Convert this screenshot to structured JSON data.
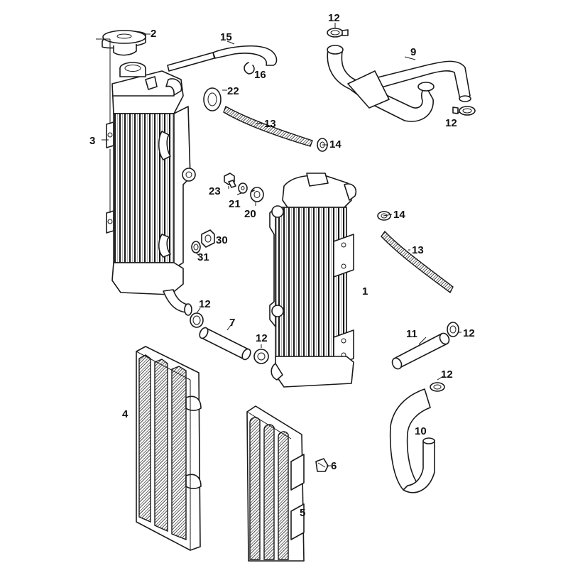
{
  "diagram": {
    "callouts": [
      {
        "id": "label-1",
        "text": "1"
      },
      {
        "id": "label-2",
        "text": "2"
      },
      {
        "id": "label-3",
        "text": "3"
      },
      {
        "id": "label-4",
        "text": "4"
      },
      {
        "id": "label-5",
        "text": "5"
      },
      {
        "id": "label-6",
        "text": "6"
      },
      {
        "id": "label-7",
        "text": "7"
      },
      {
        "id": "label-9",
        "text": "9"
      },
      {
        "id": "label-10",
        "text": "10"
      },
      {
        "id": "label-11",
        "text": "11"
      },
      {
        "id": "label-12a",
        "text": "12"
      },
      {
        "id": "label-12b",
        "text": "12"
      },
      {
        "id": "label-12c",
        "text": "12"
      },
      {
        "id": "label-12d",
        "text": "12"
      },
      {
        "id": "label-12e",
        "text": "12"
      },
      {
        "id": "label-12f",
        "text": "12"
      },
      {
        "id": "label-13a",
        "text": "13"
      },
      {
        "id": "label-13b",
        "text": "13"
      },
      {
        "id": "label-14a",
        "text": "14"
      },
      {
        "id": "label-14b",
        "text": "14"
      },
      {
        "id": "label-15",
        "text": "15"
      },
      {
        "id": "label-16",
        "text": "16"
      },
      {
        "id": "label-20",
        "text": "20"
      },
      {
        "id": "label-21",
        "text": "21"
      },
      {
        "id": "label-22",
        "text": "22"
      },
      {
        "id": "label-23",
        "text": "23"
      },
      {
        "id": "label-30",
        "text": "30"
      },
      {
        "id": "label-31",
        "text": "31"
      }
    ]
  }
}
